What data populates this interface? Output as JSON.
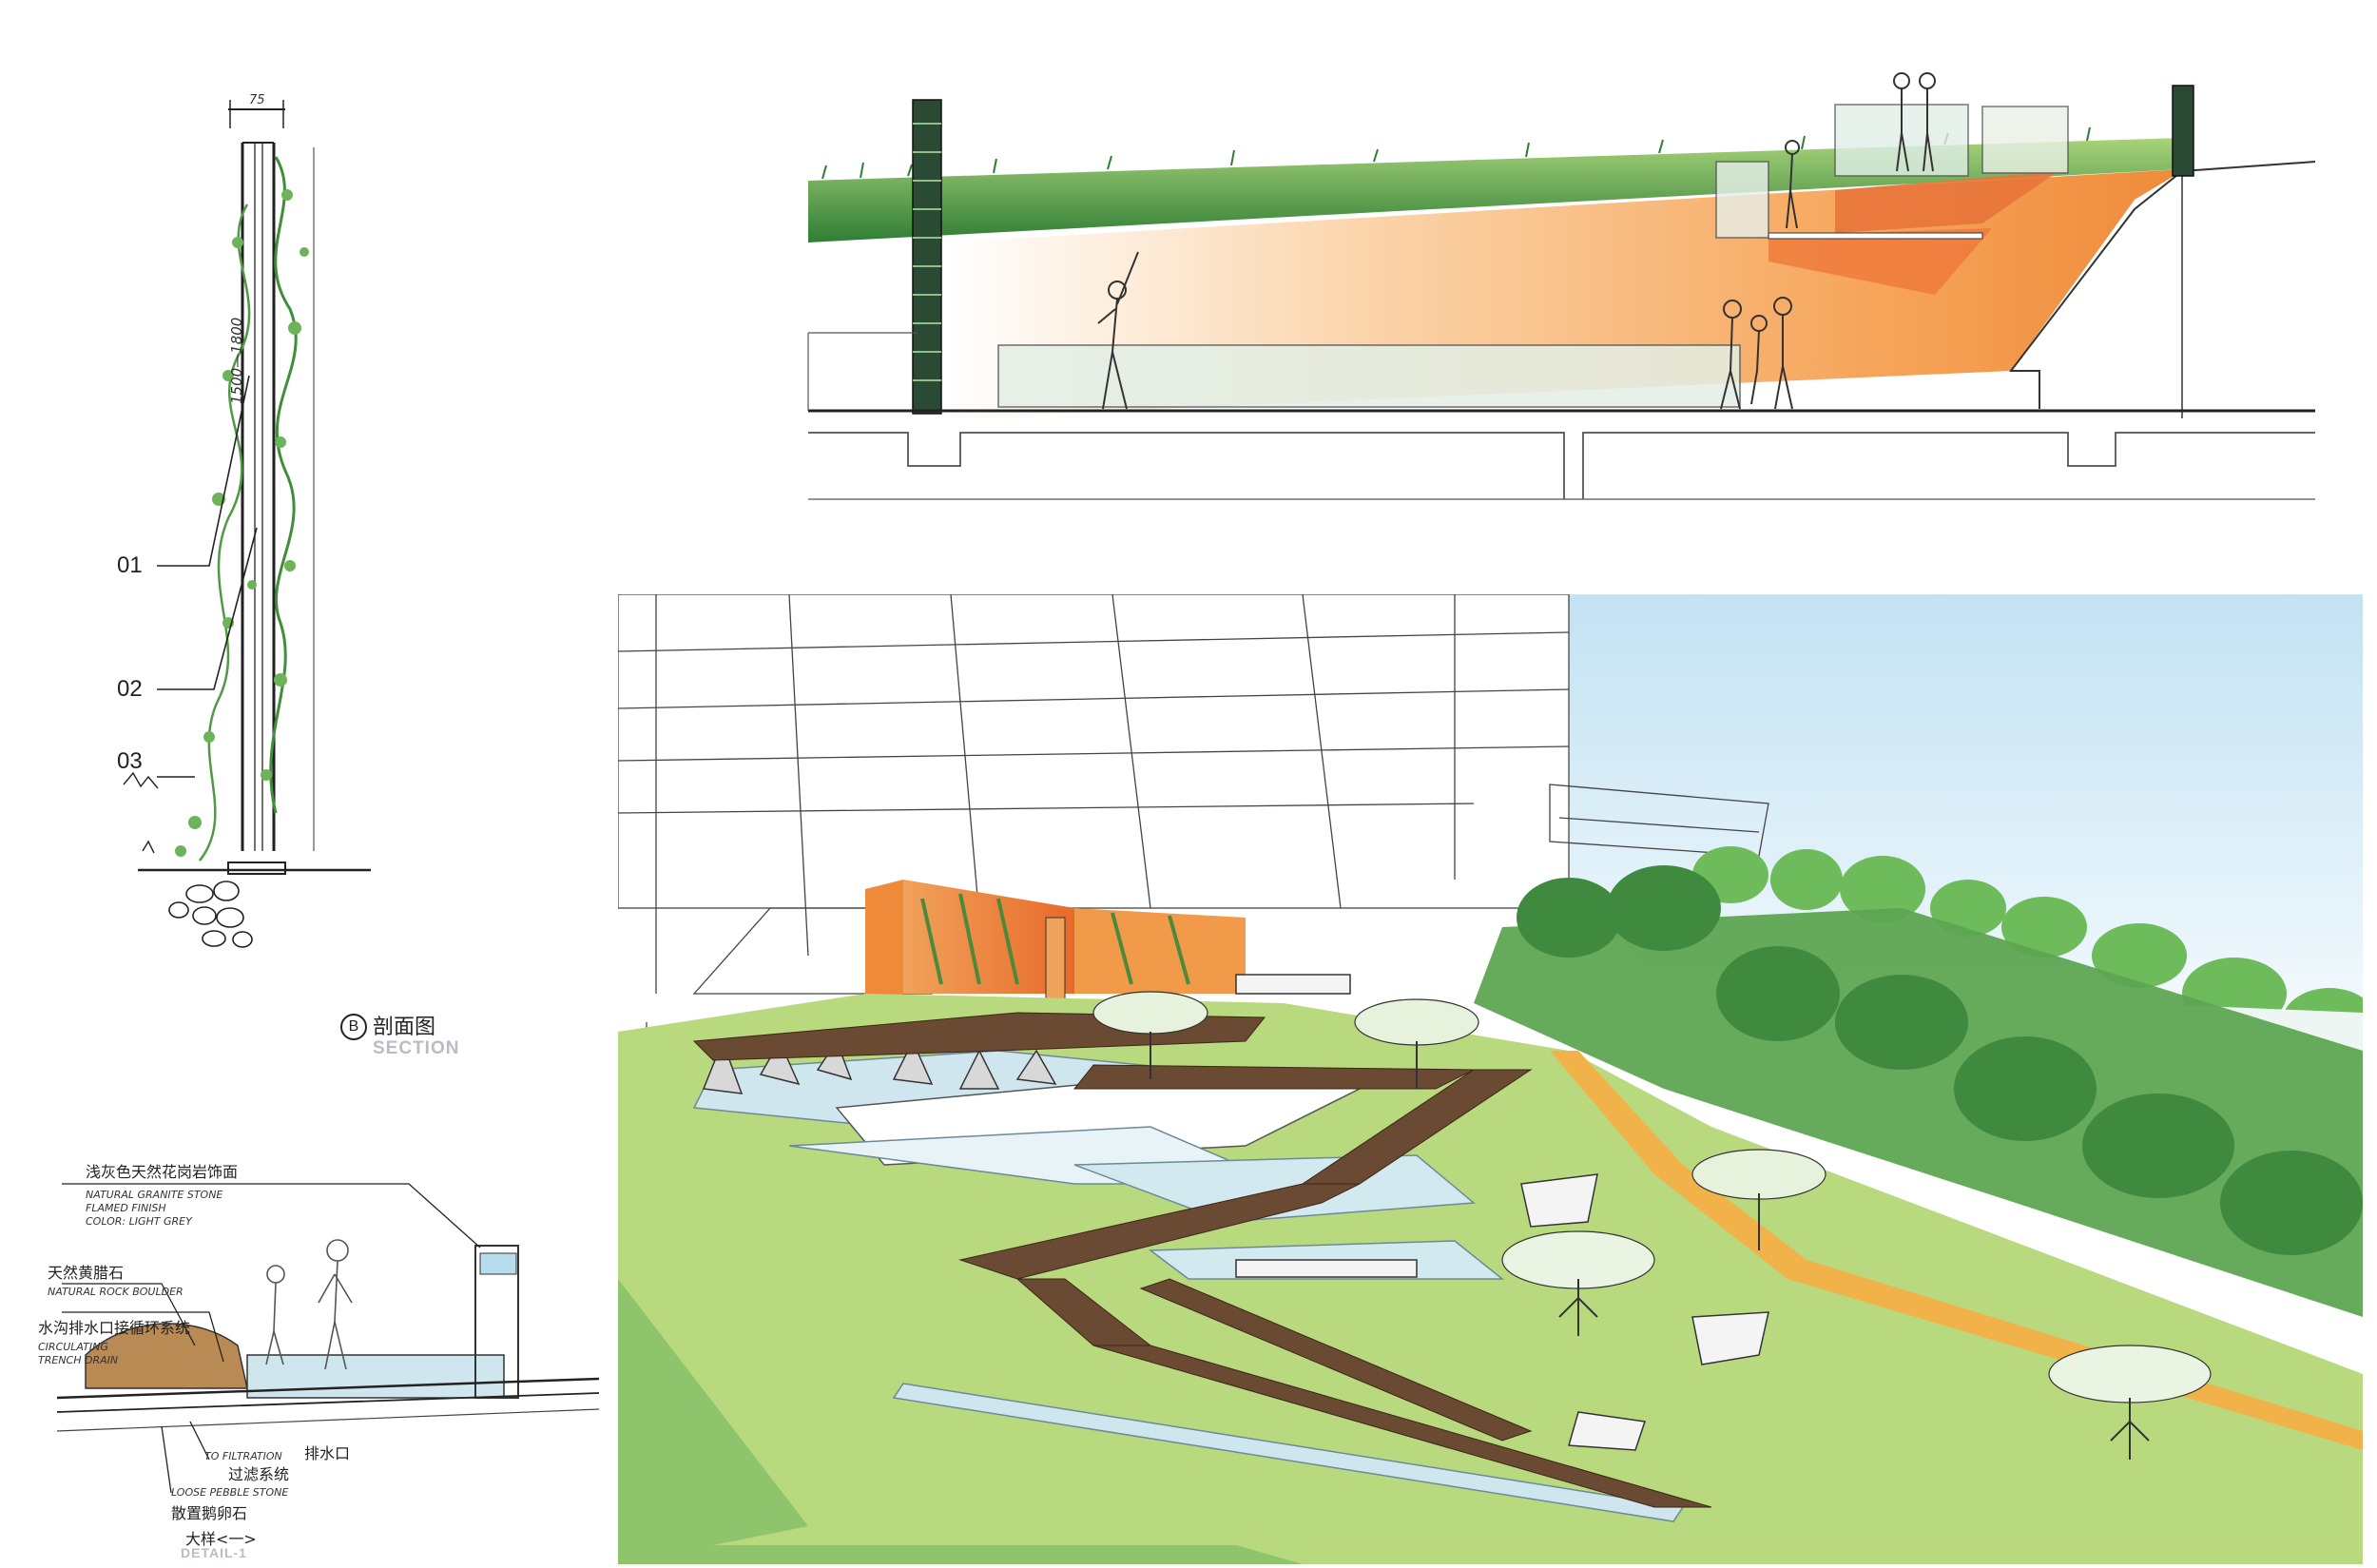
{
  "green_wall_section": {
    "dim_top": "75",
    "dim_side": "1500—1800",
    "callouts": [
      "01",
      "02",
      "03"
    ]
  },
  "section_mark": {
    "symbol": "B",
    "title_cn": "剖面图",
    "title_en": "SECTION"
  },
  "detail": {
    "labels": {
      "granite_cn": "浅灰色天然花岗岩饰面",
      "granite_en_1": "NATURAL GRANITE STONE",
      "granite_en_2": "FLAMED FINISH",
      "granite_en_3": "COLOR: LIGHT GREY",
      "rock_cn": "天然黄腊石",
      "rock_en": "NATURAL ROCK BOULDER",
      "trench_cn": "水沟排水口接循环系统",
      "trench_en_1": "CIRCULATING",
      "trench_en_2": "TRENCH DRAIN",
      "outlet_cn": "排水口",
      "filter_cn": "过滤系统",
      "filter_en": "TO FILTRATION",
      "pebble_cn": "散置鹅卵石",
      "pebble_en": "LOOSE PEBBLE STONE"
    },
    "title_cn": "大样<一>",
    "title_en": "DETAIL-1"
  },
  "colors": {
    "orange": "#f4a35a",
    "orange_dark": "#e8743a",
    "grass": "#4f9a43",
    "grass_light": "#a8cf6e",
    "lawn": "#b9d97f",
    "deck": "#6b4a33",
    "water": "#cfe6ef",
    "sky": "#d6ecf7"
  }
}
